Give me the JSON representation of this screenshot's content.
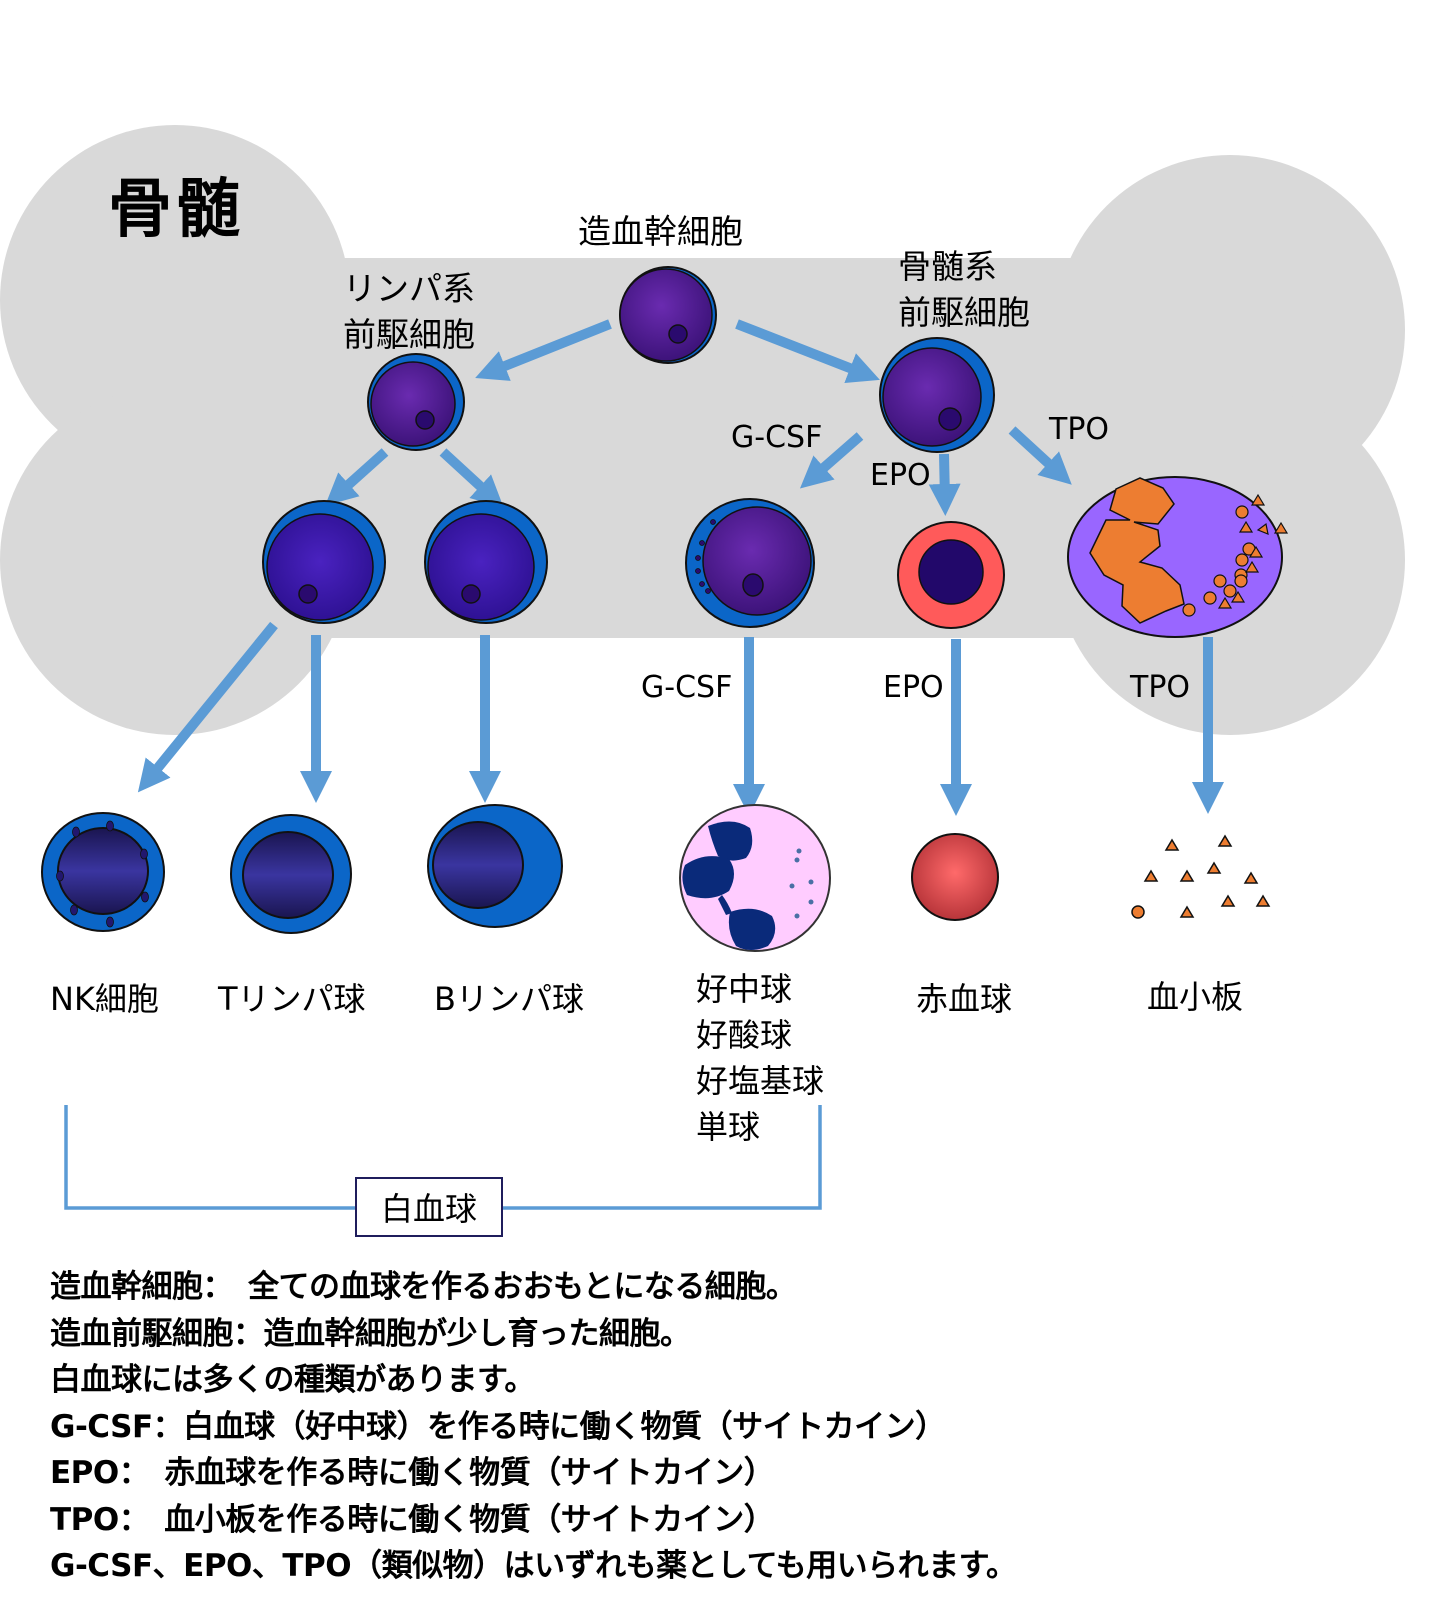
{
  "diagram": {
    "title": "骨髄",
    "colors": {
      "bone_marrow": "#d9d9d9",
      "arrow": "#5b9bd5",
      "stem_cytoplasm": "#0b66c8",
      "stem_nucleus": "#4a1a8c",
      "nucleolus": "#2a0a6e",
      "lymph_nucleus": "#3a1a9c",
      "mature_lymph_nucleus": "#2e2a8a",
      "erythroblast": "#ff5a5a",
      "megakaryocyte": "#9966ff",
      "megakaryocyte_nucleus": "#ed7d31",
      "neutrophil_cytoplasm": "#ffccff",
      "neutrophil_nucleus": "#0a2a7a",
      "rbc": "#d9444a",
      "platelet": "#ed7d31",
      "bracket": "#5b9bd5"
    },
    "nodes": {
      "hsc": "造血幹細胞",
      "lymphoid_progenitor": [
        "リンパ系",
        "前駆細胞"
      ],
      "myeloid_progenitor": [
        "骨髄系",
        "前駆細胞"
      ]
    },
    "cytokines": {
      "gcsf": "G-CSF",
      "epo": "EPO",
      "tpo": "TPO"
    },
    "final_cells": {
      "nk": "NK細胞",
      "t": "Tリンパ球",
      "b": "Bリンパ球",
      "granulocytes": [
        "好中球",
        "好酸球",
        "好塩基球",
        "単球"
      ],
      "rbc": "赤血球",
      "platelet": "血小板"
    },
    "wbc_bracket_label": "白血球"
  },
  "notes": [
    "造血幹細胞：　全ての血球を作るおおもとになる細胞。",
    "造血前駆細胞：造血幹細胞が少し育った細胞。",
    "白血球には多くの種類があります。",
    "G-CSF：白血球（好中球）を作る時に働く物質（サイトカイン）",
    "EPO：　赤血球を作る時に働く物質（サイトカイン）",
    "TPO：　血小板を作る時に働く物質（サイトカイン）",
    "G-CSF、EPO、TPO（類似物）はいずれも薬としても用いられます。"
  ]
}
